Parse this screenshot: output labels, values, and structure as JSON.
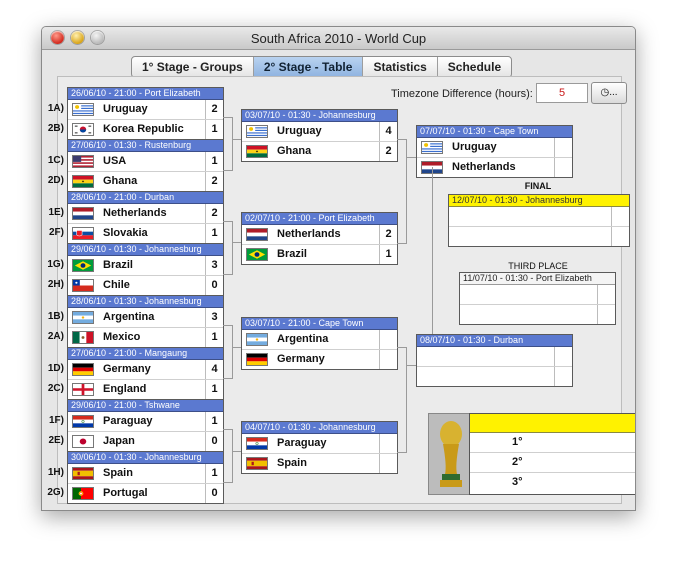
{
  "window": {
    "title": "South Africa 2010 - World Cup"
  },
  "tabs": [
    {
      "label": "1° Stage - Groups"
    },
    {
      "label": "2° Stage - Table"
    },
    {
      "label": "Statistics"
    },
    {
      "label": "Schedule"
    }
  ],
  "timezone": {
    "label": "Timezone Difference (hours):",
    "value": "5",
    "button_label": "..."
  },
  "r16": [
    {
      "header": "26/06/10 - 21:00 - Port Elizabeth",
      "teams": [
        {
          "seed": "1A)",
          "name": "Uruguay",
          "score": "2",
          "flag": "uruguay"
        },
        {
          "seed": "2B)",
          "name": "Korea Republic",
          "score": "1",
          "flag": "korea"
        }
      ]
    },
    {
      "header": "27/06/10 - 01:30 - Rustenburg",
      "teams": [
        {
          "seed": "1C)",
          "name": "USA",
          "score": "1",
          "flag": "usa"
        },
        {
          "seed": "2D)",
          "name": "Ghana",
          "score": "2",
          "flag": "ghana"
        }
      ]
    },
    {
      "header": "28/06/10 - 21:00 - Durban",
      "teams": [
        {
          "seed": "1E)",
          "name": "Netherlands",
          "score": "2",
          "flag": "netherlands"
        },
        {
          "seed": "2F)",
          "name": "Slovakia",
          "score": "1",
          "flag": "slovakia"
        }
      ]
    },
    {
      "header": "29/06/10 - 01:30 - Johannesburg",
      "teams": [
        {
          "seed": "1G)",
          "name": "Brazil",
          "score": "3",
          "flag": "brazil"
        },
        {
          "seed": "2H)",
          "name": "Chile",
          "score": "0",
          "flag": "chile"
        }
      ]
    },
    {
      "header": "28/06/10 - 01:30 - Johannesburg",
      "teams": [
        {
          "seed": "1B)",
          "name": "Argentina",
          "score": "3",
          "flag": "argentina"
        },
        {
          "seed": "2A)",
          "name": "Mexico",
          "score": "1",
          "flag": "mexico"
        }
      ]
    },
    {
      "header": "27/06/10 - 21:00 - Mangaung",
      "teams": [
        {
          "seed": "1D)",
          "name": "Germany",
          "score": "4",
          "flag": "germany"
        },
        {
          "seed": "2C)",
          "name": "England",
          "score": "1",
          "flag": "england"
        }
      ]
    },
    {
      "header": "29/06/10 - 21:00 - Tshwane",
      "teams": [
        {
          "seed": "1F)",
          "name": "Paraguay",
          "score": "1",
          "flag": "paraguay"
        },
        {
          "seed": "2E)",
          "name": "Japan",
          "score": "0",
          "flag": "japan"
        }
      ]
    },
    {
      "header": "30/06/10 - 01:30 - Johannesburg",
      "teams": [
        {
          "seed": "1H)",
          "name": "Spain",
          "score": "1",
          "flag": "spain"
        },
        {
          "seed": "2G)",
          "name": "Portugal",
          "score": "0",
          "flag": "portugal"
        }
      ]
    }
  ],
  "qf": [
    {
      "header": "03/07/10 - 01:30 - Johannesburg",
      "teams": [
        {
          "name": "Uruguay",
          "score": "4",
          "flag": "uruguay"
        },
        {
          "name": "Ghana",
          "score": "2",
          "flag": "ghana"
        }
      ]
    },
    {
      "header": "02/07/10 - 21:00 - Port Elizabeth",
      "teams": [
        {
          "name": "Netherlands",
          "score": "2",
          "flag": "netherlands"
        },
        {
          "name": "Brazil",
          "score": "1",
          "flag": "brazil"
        }
      ]
    },
    {
      "header": "03/07/10 - 21:00 - Cape Town",
      "teams": [
        {
          "name": "Argentina",
          "score": "",
          "flag": "argentina"
        },
        {
          "name": "Germany",
          "score": "",
          "flag": "germany"
        }
      ]
    },
    {
      "header": "04/07/10 - 01:30 - Johannesburg",
      "teams": [
        {
          "name": "Paraguay",
          "score": "",
          "flag": "paraguay"
        },
        {
          "name": "Spain",
          "score": "",
          "flag": "spain"
        }
      ]
    }
  ],
  "sf": [
    {
      "header": "07/07/10 - 01:30 - Cape Town",
      "teams": [
        {
          "name": "Uruguay",
          "score": "",
          "flag": "uruguay"
        },
        {
          "name": "Netherlands",
          "score": "",
          "flag": "netherlands"
        }
      ]
    },
    {
      "header": "08/07/10 - 01:30 - Durban",
      "teams": [
        {
          "name": "",
          "score": "",
          "flag": ""
        },
        {
          "name": "",
          "score": "",
          "flag": ""
        }
      ]
    }
  ],
  "final": {
    "label": "FINAL",
    "header": "12/07/10 - 01:30 - Johannesburg"
  },
  "third_place": {
    "label": "THIRD PLACE",
    "header": "11/07/10 - 01:30 - Port Elizabeth"
  },
  "podium": {
    "places": [
      "1°",
      "2°",
      "3°"
    ]
  },
  "colors": {
    "match_header": "#5b79d0",
    "final_header": "#fff200",
    "tz_value": "#c81818"
  }
}
